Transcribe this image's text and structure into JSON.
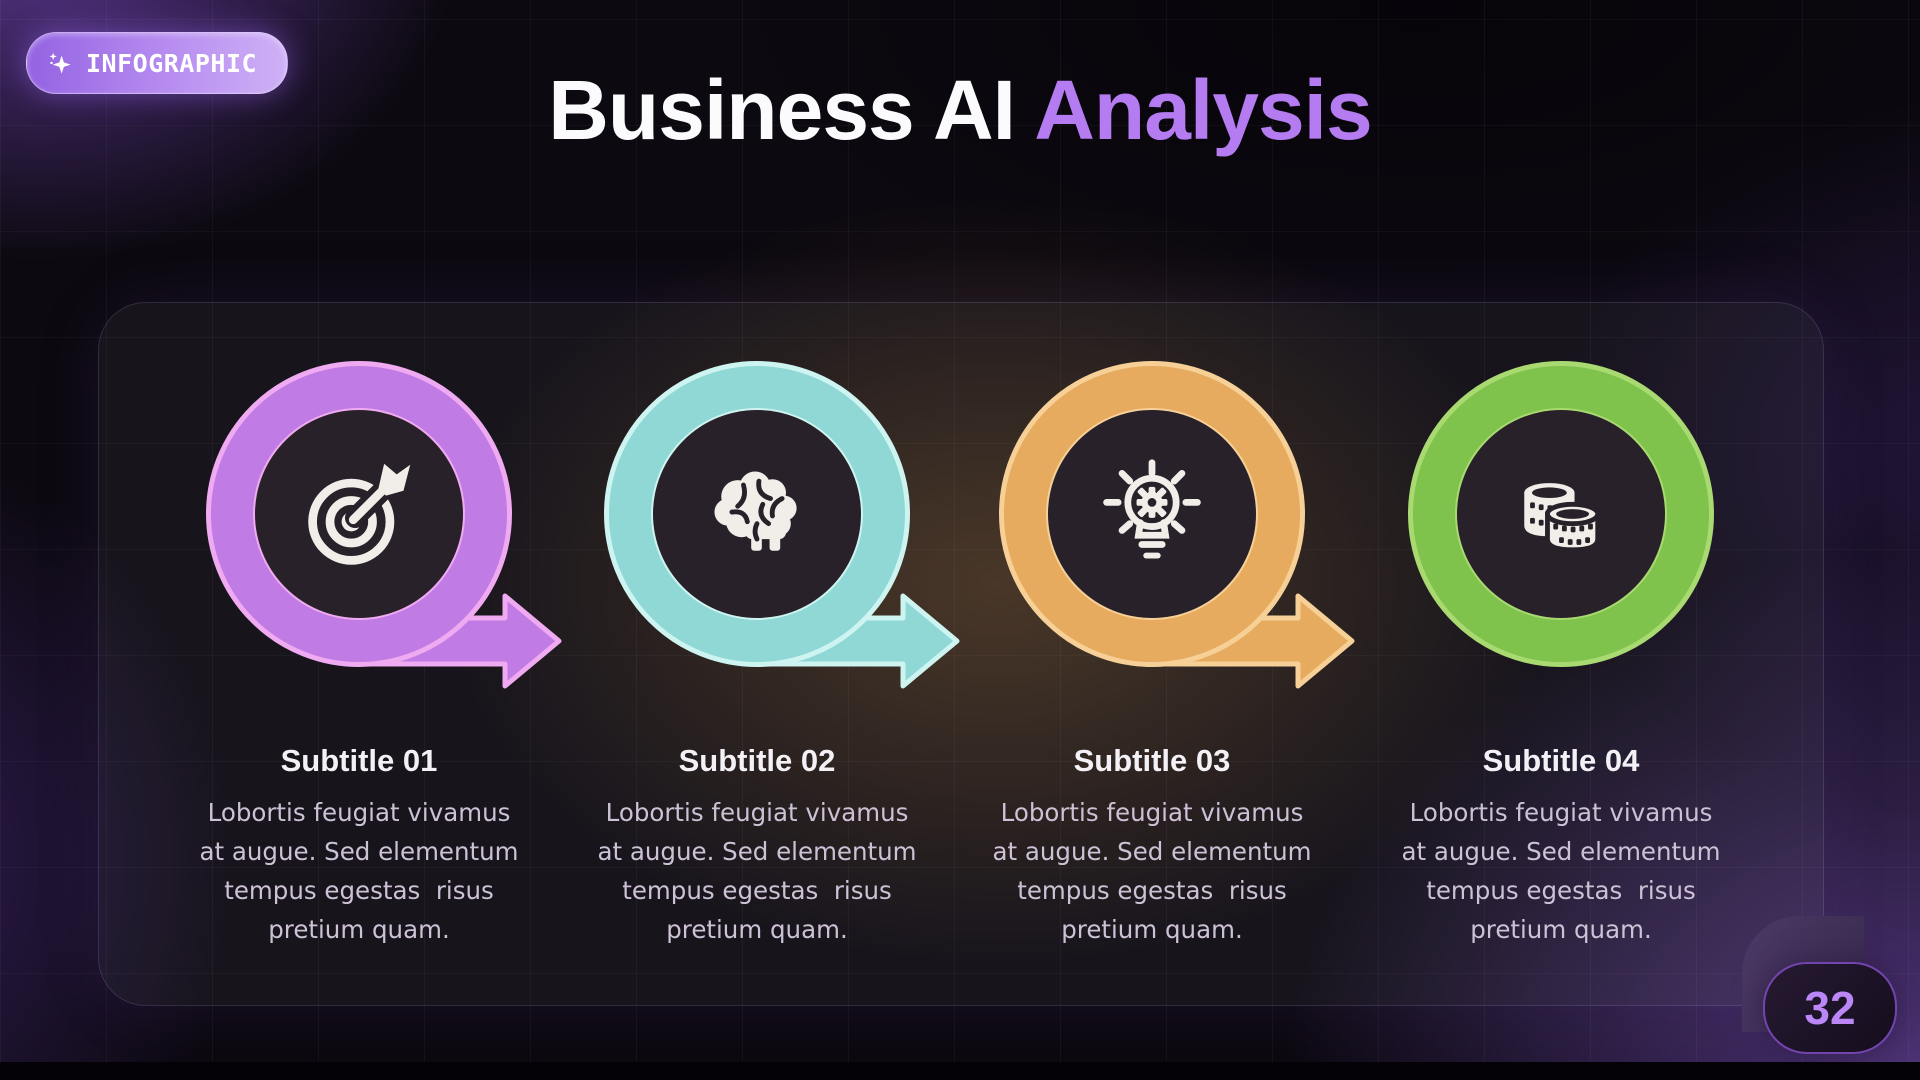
{
  "badge": {
    "label": "INFOGRAPHIC",
    "icon": "sparkle-icon"
  },
  "title": {
    "text_primary": "Business AI",
    "text_accent": "Analysis",
    "accent_color": "#b57bf0"
  },
  "page_number": "32",
  "colors": {
    "background": "#0c0910",
    "card": "rgba(243,238,250,0.05)",
    "subtitle_text": "#f4f1f6",
    "body_text": "#cdc1d6",
    "icon": "#f1eeea"
  },
  "columns": [
    {
      "subtitle": "Subtitle 01",
      "icon": "target-icon",
      "color": "#c07ce4",
      "color_light": "#efaaf2",
      "has_arrow": true,
      "lines": [
        "Lobortis feugiat vivamus",
        "at augue. Sed elementum",
        "tempus egestas  risus",
        "pretium quam."
      ]
    },
    {
      "subtitle": "Subtitle 02",
      "icon": "brain-icon",
      "color": "#8fd8d5",
      "color_light": "#cdf4f0",
      "has_arrow": true,
      "lines": [
        "Lobortis feugiat vivamus",
        "at augue. Sed elementum",
        "tempus egestas  risus",
        "pretium quam."
      ]
    },
    {
      "subtitle": "Subtitle 03",
      "icon": "idea-icon",
      "color": "#e6ab5f",
      "color_light": "#f6d096",
      "has_arrow": true,
      "lines": [
        "Lobortis feugiat vivamus",
        "at augue. Sed elementum",
        "tempus egestas  risus",
        "pretium quam."
      ]
    },
    {
      "subtitle": "Subtitle 04",
      "icon": "coins-icon",
      "color": "#7fc24c",
      "color_light": "#a8da71",
      "has_arrow": false,
      "lines": [
        "Lobortis feugiat vivamus",
        "at augue. Sed elementum",
        "tempus egestas  risus",
        "pretium quam."
      ]
    }
  ]
}
